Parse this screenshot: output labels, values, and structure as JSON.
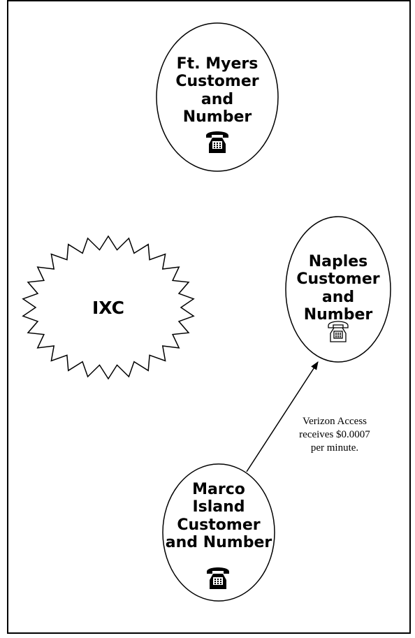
{
  "nodes": {
    "ft_myers": {
      "line1": "Ft. Myers",
      "line2": "Customer",
      "line3": "and Number",
      "phone": "filled-telephone-icon"
    },
    "ixc": {
      "label": "IXC"
    },
    "naples": {
      "line1": "Naples",
      "line2": "Customer",
      "line3": "and Number",
      "phone": "outline-telephone-icon"
    },
    "marco": {
      "line1": "Marco",
      "line2": "Island",
      "line3": "Customer",
      "line4": "and Number",
      "phone": "filled-telephone-icon"
    }
  },
  "edge": {
    "from": "marco",
    "to": "naples",
    "label_line1": "Verizon Access",
    "label_line2": "receives $0.0007",
    "label_line3": "per minute."
  }
}
